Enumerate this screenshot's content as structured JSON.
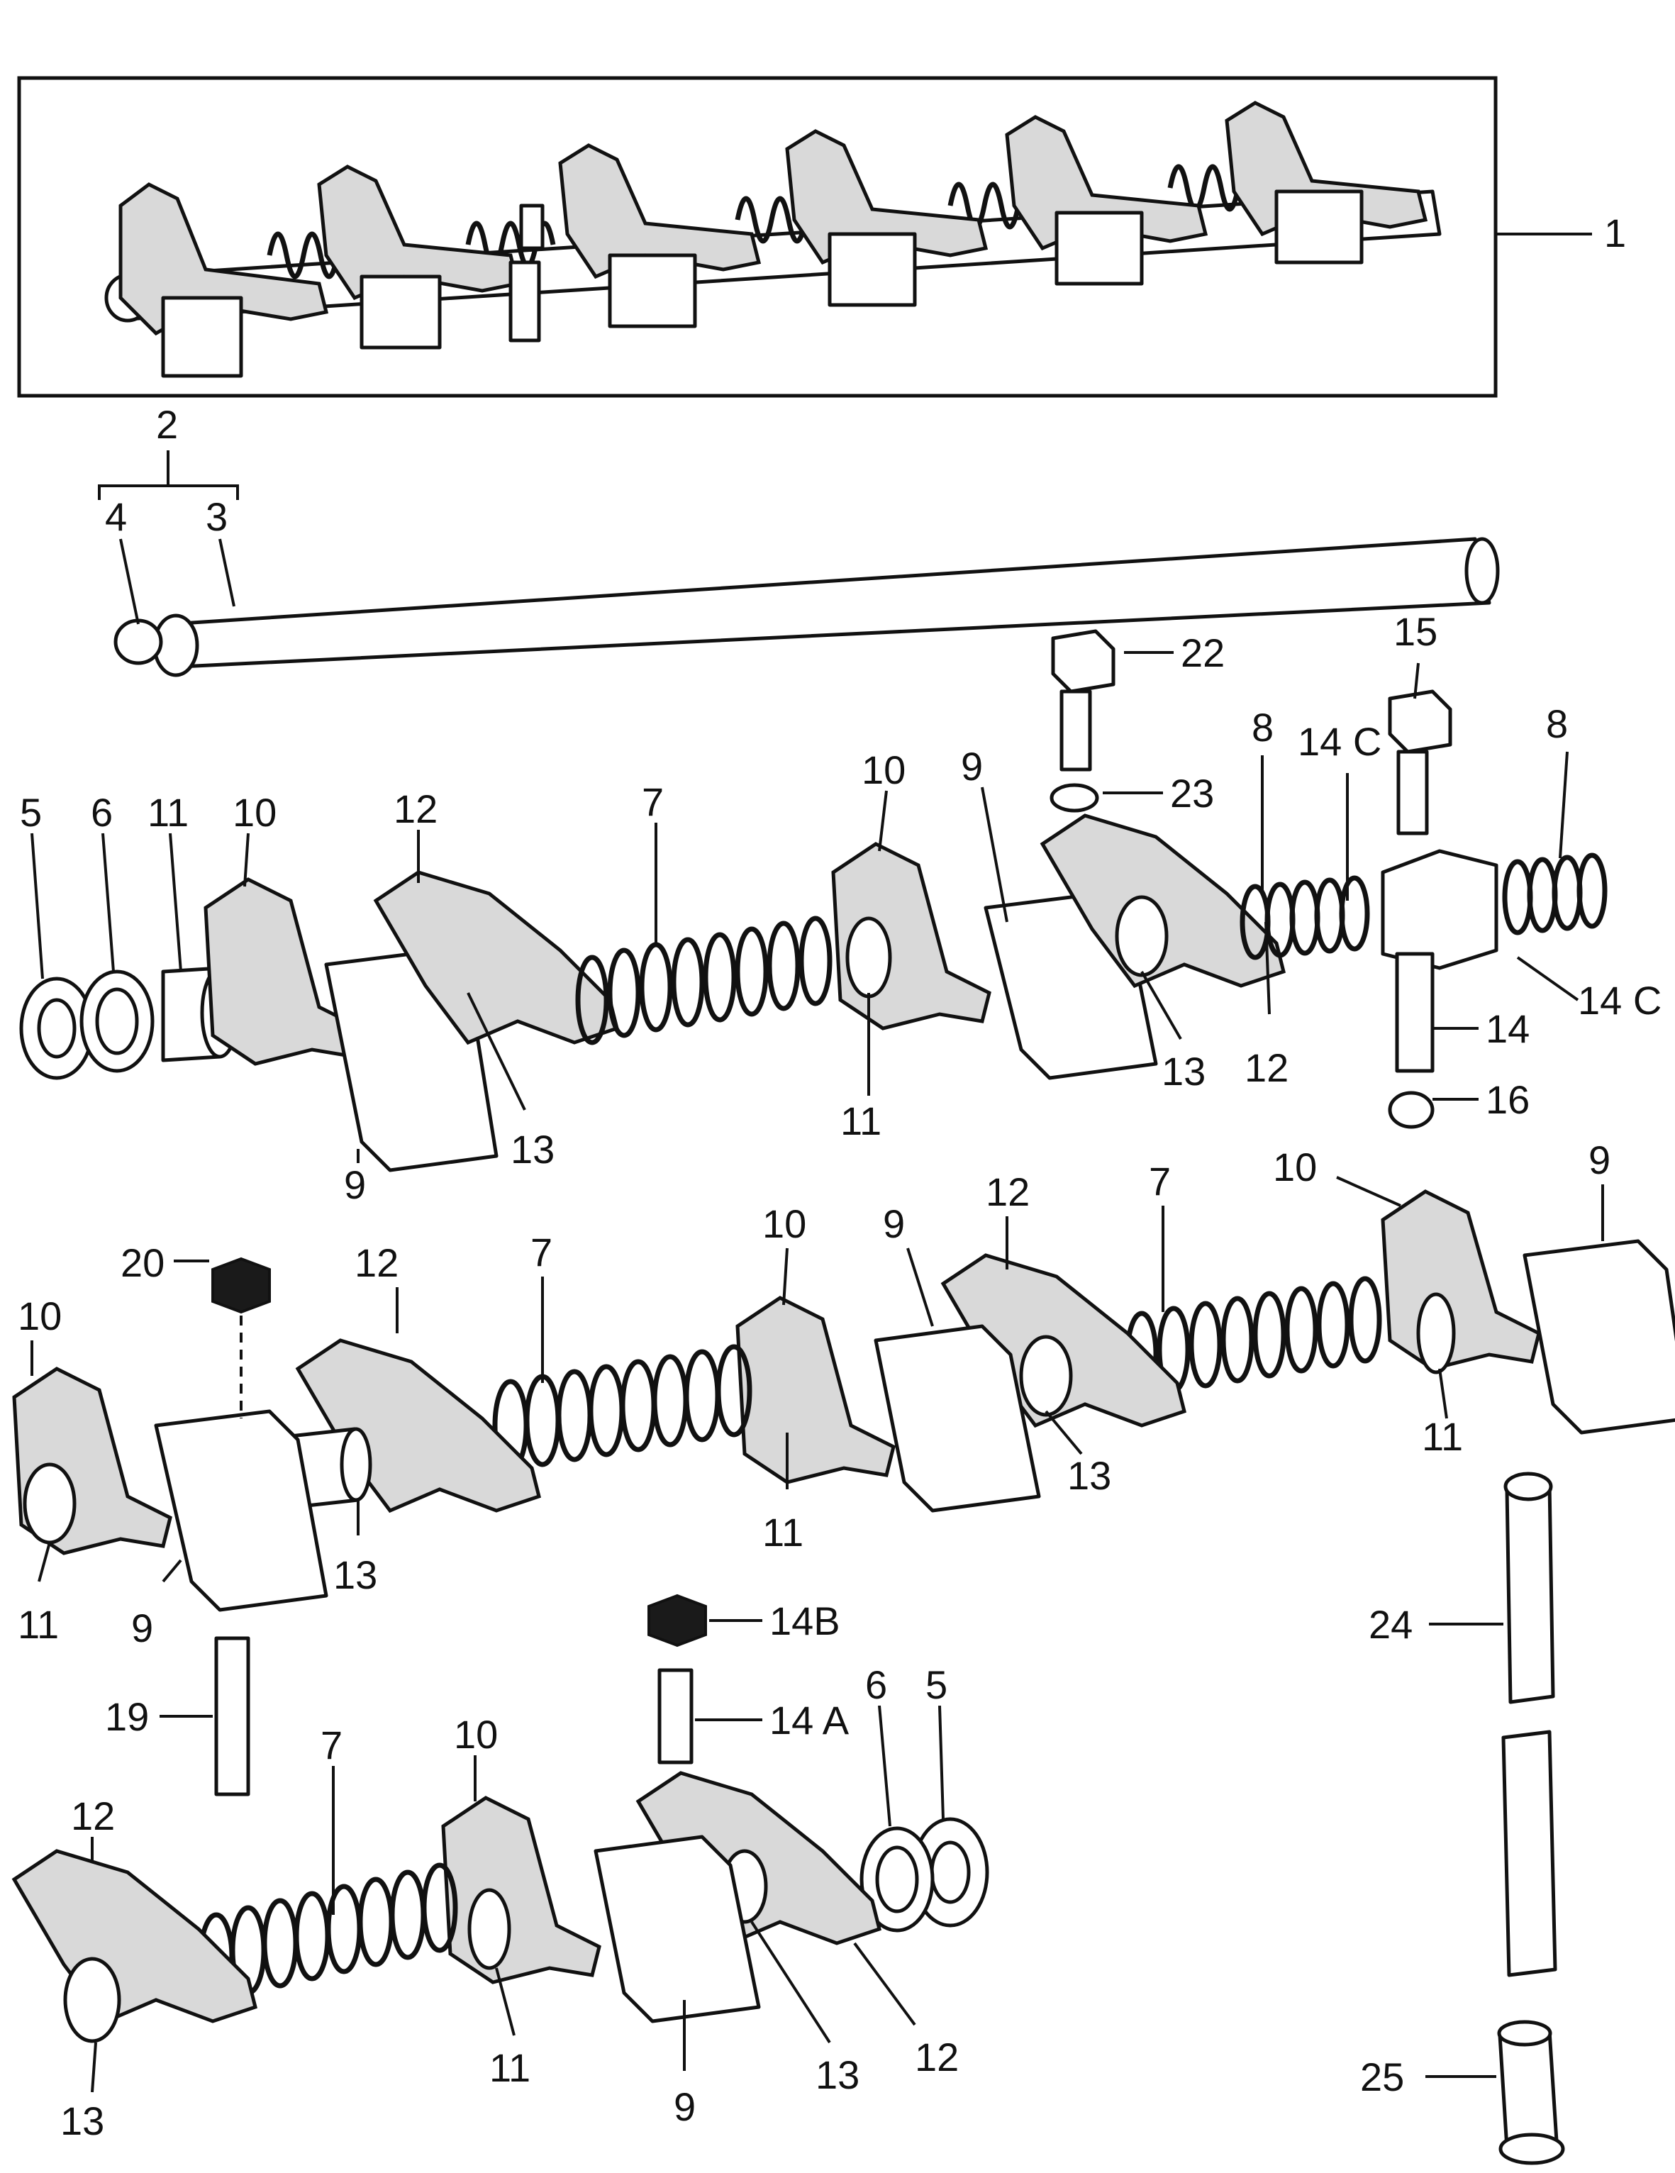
{
  "callouts": [
    {
      "id": "c1",
      "label": "1"
    },
    {
      "id": "c2",
      "label": "2"
    },
    {
      "id": "c3",
      "label": "3"
    },
    {
      "id": "c4",
      "label": "4"
    },
    {
      "id": "c5a",
      "label": "5"
    },
    {
      "id": "c6a",
      "label": "6"
    },
    {
      "id": "c11a",
      "label": "11"
    },
    {
      "id": "c10a",
      "label": "10"
    },
    {
      "id": "c12a",
      "label": "12"
    },
    {
      "id": "c7a",
      "label": "7"
    },
    {
      "id": "c10b",
      "label": "10"
    },
    {
      "id": "c9a",
      "label": "9"
    },
    {
      "id": "c22",
      "label": "22"
    },
    {
      "id": "c23",
      "label": "23"
    },
    {
      "id": "c15",
      "label": "15"
    },
    {
      "id": "c8a",
      "label": "8"
    },
    {
      "id": "c14ca",
      "label": "14 C"
    },
    {
      "id": "c8b",
      "label": "8"
    },
    {
      "id": "c14cb",
      "label": "14 C"
    },
    {
      "id": "c14",
      "label": "14"
    },
    {
      "id": "c16",
      "label": "16"
    },
    {
      "id": "c12b",
      "label": "12"
    },
    {
      "id": "c13a",
      "label": "13"
    },
    {
      "id": "c11b",
      "label": "11"
    },
    {
      "id": "c13b",
      "label": "13"
    },
    {
      "id": "c9b",
      "label": "9"
    },
    {
      "id": "c9c",
      "label": "9"
    },
    {
      "id": "c10c",
      "label": "10"
    },
    {
      "id": "c20",
      "label": "20"
    },
    {
      "id": "c12c",
      "label": "12"
    },
    {
      "id": "c7b",
      "label": "7"
    },
    {
      "id": "c10d",
      "label": "10"
    },
    {
      "id": "c9d",
      "label": "9"
    },
    {
      "id": "c12d",
      "label": "12"
    },
    {
      "id": "c7c",
      "label": "7"
    },
    {
      "id": "c10e",
      "label": "10"
    },
    {
      "id": "c11c",
      "label": "11"
    },
    {
      "id": "c13c",
      "label": "13"
    },
    {
      "id": "c11d",
      "label": "11"
    },
    {
      "id": "c11e",
      "label": "11"
    },
    {
      "id": "c9e",
      "label": "9"
    },
    {
      "id": "c13d",
      "label": "13"
    },
    {
      "id": "c14b",
      "label": "14B"
    },
    {
      "id": "c14a",
      "label": "14 A"
    },
    {
      "id": "c19",
      "label": "19"
    },
    {
      "id": "c24",
      "label": "24"
    },
    {
      "id": "c6b",
      "label": "6"
    },
    {
      "id": "c5b",
      "label": "5"
    },
    {
      "id": "c10f",
      "label": "10"
    },
    {
      "id": "c12e",
      "label": "12"
    },
    {
      "id": "c7d",
      "label": "7"
    },
    {
      "id": "c13e",
      "label": "13"
    },
    {
      "id": "c11f",
      "label": "11"
    },
    {
      "id": "c9f",
      "label": "9"
    },
    {
      "id": "c13f",
      "label": "13"
    },
    {
      "id": "c12f",
      "label": "12"
    },
    {
      "id": "c25",
      "label": "25"
    }
  ]
}
